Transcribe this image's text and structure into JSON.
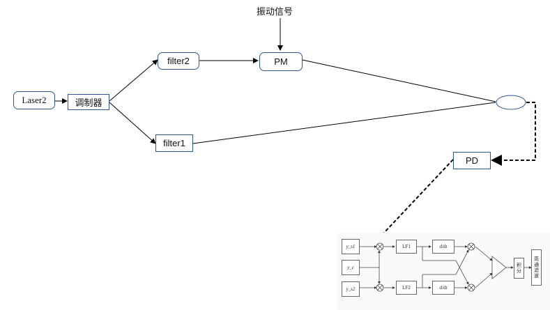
{
  "diagram": {
    "signal_label": "振动信号",
    "nodes": {
      "laser": "Laser2",
      "modulator": "调制器",
      "filter2": "filter2",
      "filter1": "filter1",
      "pm": "PM",
      "pd": "PD"
    },
    "inset": {
      "inputs": [
        "y_s1",
        "y_c",
        "y_s2"
      ],
      "lf1": "LF1",
      "lf2": "LF2",
      "ddt_top": "d/dt",
      "ddt_bottom": "d/dt",
      "integrator": "积分",
      "highpass": "高通滤波"
    }
  },
  "colors": {
    "box_border": "#2f5597",
    "wire": "#000000"
  }
}
